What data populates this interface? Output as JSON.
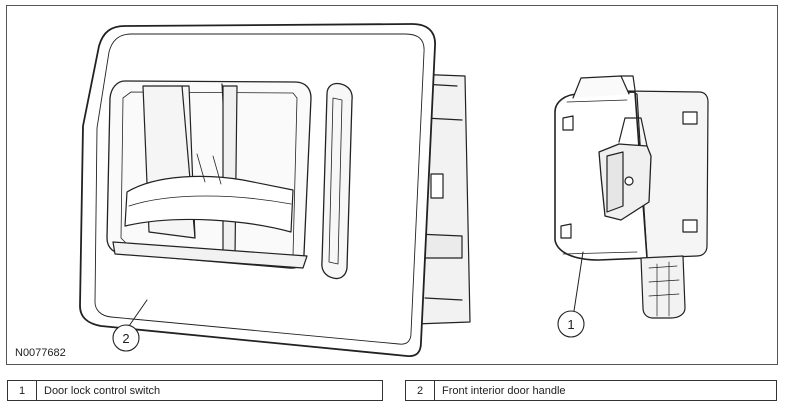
{
  "figure": {
    "id": "N0077682",
    "callouts": [
      {
        "number": "1"
      },
      {
        "number": "2"
      }
    ]
  },
  "legend": [
    {
      "number": "1",
      "description": "Door lock control switch"
    },
    {
      "number": "2",
      "description": "Front interior door handle"
    }
  ]
}
